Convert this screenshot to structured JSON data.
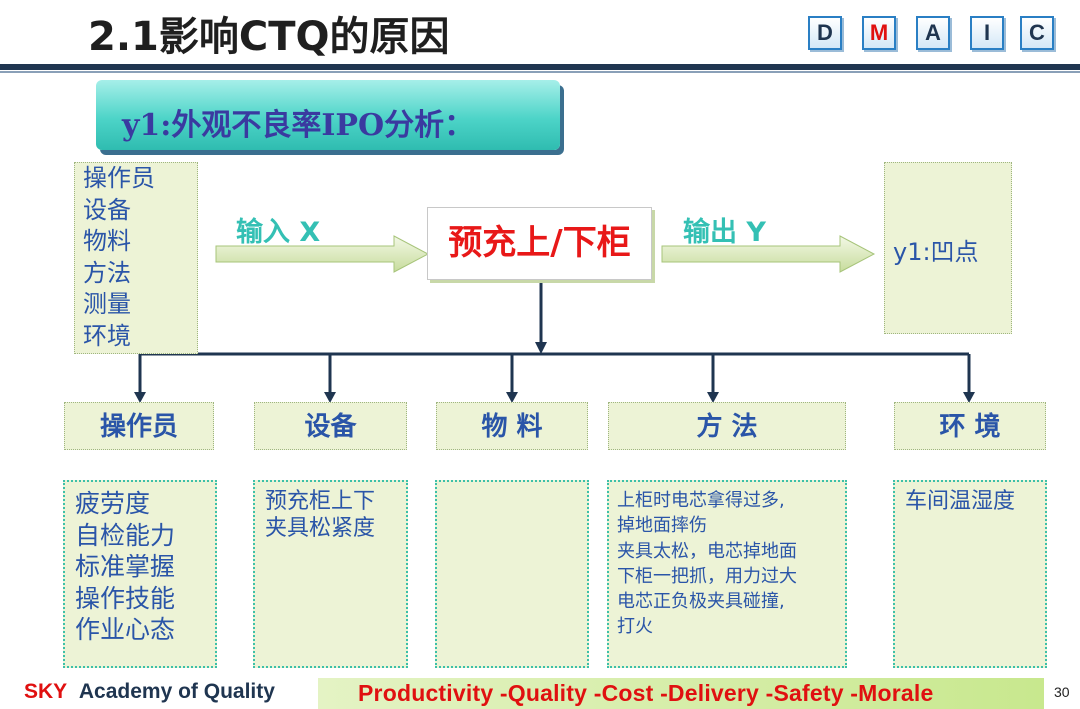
{
  "header": {
    "title": "2.1影响CTQ的原因",
    "dmaic": [
      "D",
      "M",
      "A",
      "I",
      "C"
    ]
  },
  "banner": {
    "text": "y1:外观不良率IPO分析："
  },
  "inputs": {
    "items": [
      "操作员",
      "设备",
      "物料",
      "方法",
      "测量",
      "环境"
    ],
    "arrow_label": "输入 X"
  },
  "process": {
    "label": "预充上/下柜"
  },
  "output": {
    "arrow_label": "输出 Y",
    "item": "y1:凹点"
  },
  "categories": [
    {
      "name": "操作员",
      "details": [
        "疲劳度",
        "自检能力",
        "标准掌握",
        "操作技能",
        "作业心态"
      ]
    },
    {
      "name": "设备",
      "details": [
        "预充柜上下",
        "夹具松紧度"
      ]
    },
    {
      "name": "物  料",
      "details": []
    },
    {
      "name": "方  法",
      "details": [
        "上柜时电芯拿得过多,",
        "掉地面摔伤",
        "夹具太松，电芯掉地面",
        "下柜一把抓，用力过大",
        "电芯正负极夹具碰撞,",
        "打火"
      ]
    },
    {
      "name": "环  境",
      "details": [
        "车间温湿度"
      ]
    }
  ],
  "footer": {
    "sky": "SKY",
    "academy": "Academy  of Quality",
    "slogan": "Productivity  -Quality  -Cost   -Delivery  -Safety  -Morale",
    "page_number": "30"
  },
  "colors": {
    "accent_red": "#e01010",
    "text_blue": "#2a55a8",
    "teal": "#34c0b4",
    "navy": "#1f3550"
  }
}
